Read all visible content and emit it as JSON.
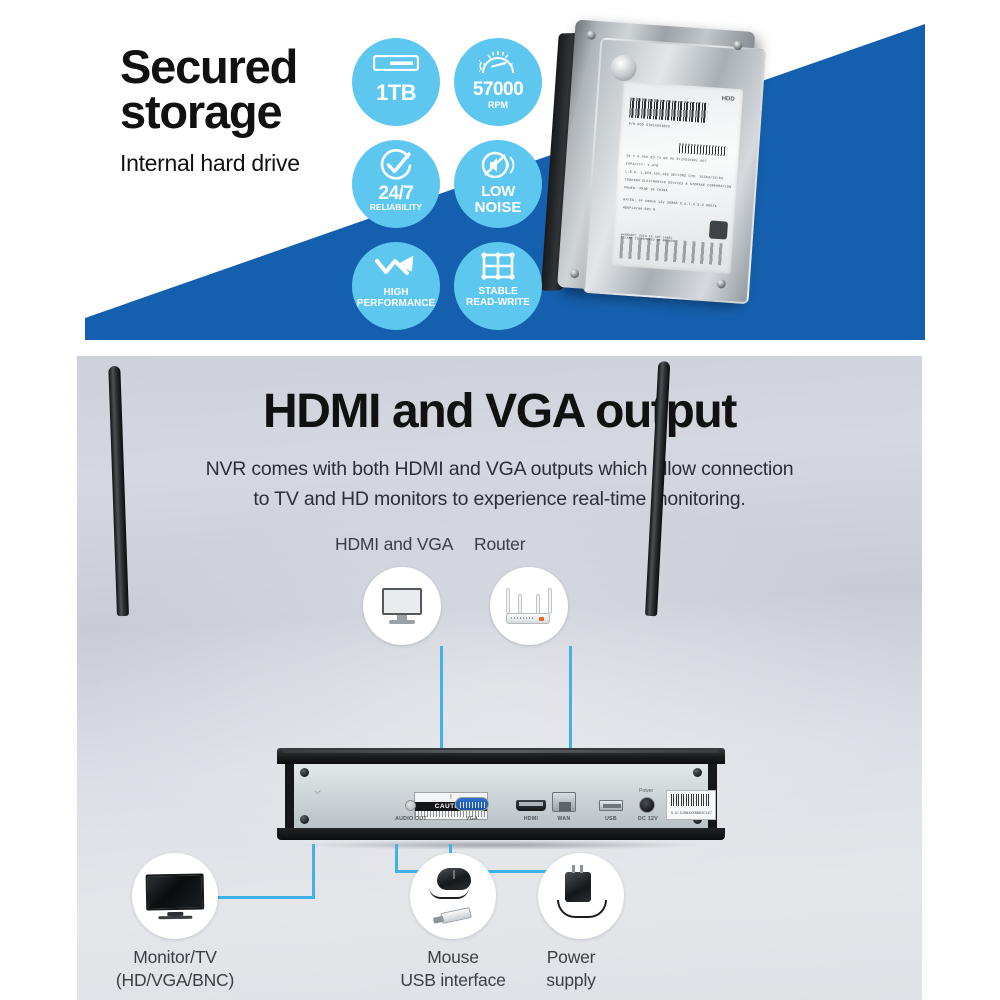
{
  "panel_storage": {
    "heading_line1": "Secured",
    "heading_line2": "storage",
    "subheading": "Internal hard drive",
    "accent_blue": "#1560AE",
    "badge_blue": "#5EC7F0",
    "badges": [
      {
        "icon": "hard-drive-icon",
        "value": "1TB",
        "sub": ""
      },
      {
        "icon": "speedometer-icon",
        "value": "57000",
        "sub": "RPM"
      },
      {
        "icon": "check-circle-icon",
        "value": "24/7",
        "sub": "RELIABILITY"
      },
      {
        "icon": "mute-speaker-icon",
        "value": "LOW",
        "sub": "NOISE"
      },
      {
        "icon": "trending-up-arrow-icon",
        "value": "",
        "sub": "HIGH\nPERFORMANCE"
      },
      {
        "icon": "grid-icon",
        "value": "",
        "sub": "STABLE\nREAD-WRITE"
      }
    ],
    "hard_drive_label": {
      "brand": "HDD",
      "model_line": "P/N  HDD  ST01A8A1BOV",
      "lines": [
        "24 V   0.45A   SD-72   00   AA   ST2V910NXL  007",
        "CAPACITY: 1.0TB",
        "L.B.A.  1,953,525,168 SECTORS    CHS: 16383/16/63",
        "TOSHIBA ELECTRONICS DEVICES & STORAGE CORPORATION",
        "POWER:  MADE IN CHINA",
        "RATED: 5V 600mA  12V 380mA           S.A.T.A 3.0 6Gb/s",
        "HDKPJ47A0 E01  N"
      ],
      "warranty": "WARRANTY VOID IF ANY LABEL\nIS/ARE IS REMOVED OR BROKEN"
    }
  },
  "panel_hdmi": {
    "title": "HDMI and VGA output",
    "description_line1": "NVR comes with both HDMI and VGA outputs which allow connection",
    "description_line2": "to TV and HD monitors to experience real-time monitoring.",
    "line_color": "#3FB3E8",
    "top_nodes": [
      {
        "label": "HDMI and VGA",
        "icon": "monitor-icon"
      },
      {
        "label": "Router",
        "icon": "router-icon"
      }
    ],
    "bottom_nodes": [
      {
        "label_line1": "Monitor/TV",
        "label_line2": "(HD/VGA/BNC)",
        "icon": "tv-icon"
      },
      {
        "label_line1": "Mouse",
        "label_line2": "USB interface",
        "icon": "mouse-usb-icon"
      },
      {
        "label_line1": "Power",
        "label_line2": "supply",
        "icon": "power-adapter-icon"
      }
    ],
    "nvr": {
      "caution_top": "!",
      "caution_text": "CAUTION",
      "ports": [
        {
          "name": "audio-out-port",
          "label": "AUDIO OUT"
        },
        {
          "name": "vga-port",
          "label": "VGA"
        },
        {
          "name": "hdmi-port",
          "label": "HDMI"
        },
        {
          "name": "wan-port",
          "label": "WAN"
        },
        {
          "name": "usb-port",
          "label": "USB"
        },
        {
          "name": "dc-power-port",
          "label": "DC 12V"
        }
      ],
      "power_label": "Power",
      "sticker_text": "S.N.SJ8N4XXNB6XC1X7"
    }
  }
}
